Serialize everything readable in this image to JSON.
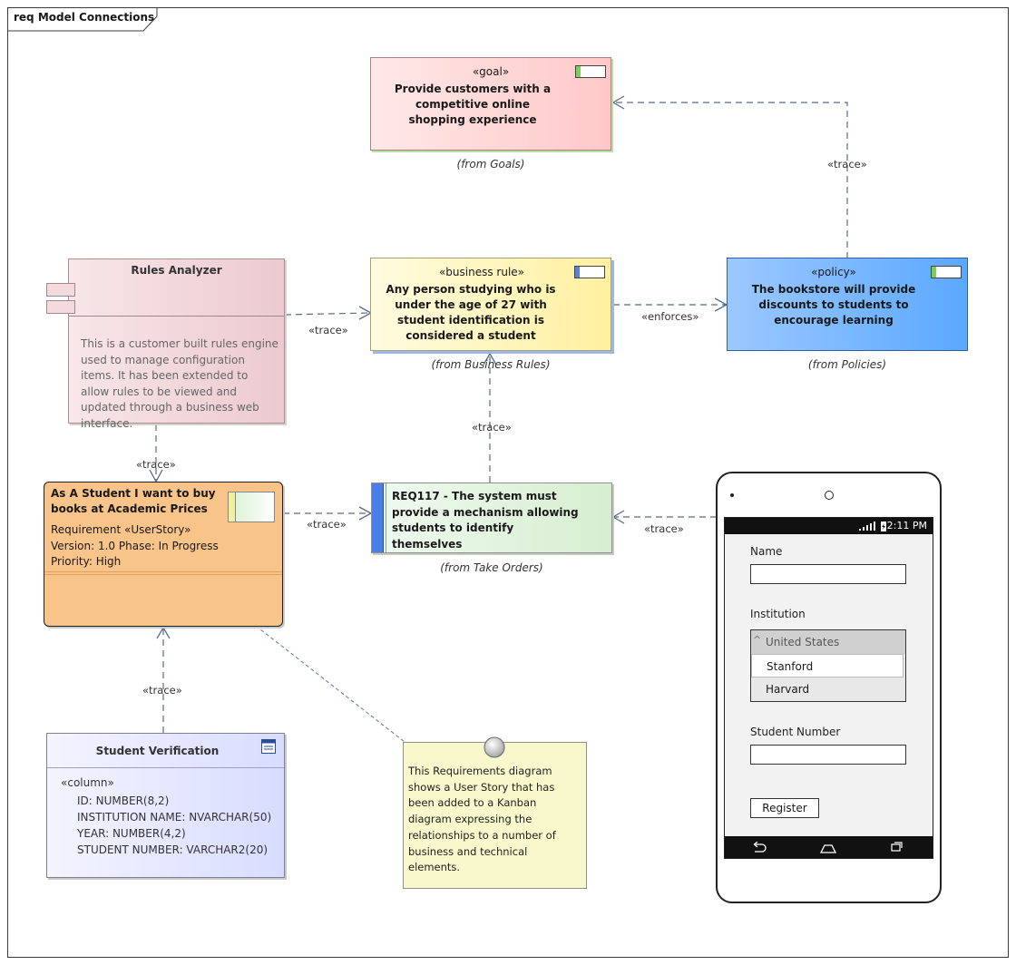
{
  "diagram": {
    "title": "req Model Connections"
  },
  "goal": {
    "stereotype": "«goal»",
    "text": "Provide customers with a competitive online shopping experience",
    "caption": "(from Goals)"
  },
  "business_rule": {
    "stereotype": "«business rule»",
    "text": "Any person studying who is under the age of 27 with student identification is considered a student",
    "caption": "(from Business Rules)"
  },
  "policy": {
    "stereotype": "«policy»",
    "text": "The bookstore will provide discounts to students to encourage learning",
    "caption": "(from Policies)"
  },
  "rules_analyzer": {
    "title": "Rules Analyzer",
    "description": "This is a customer built rules engine used to manage configuration items. It has been extended to allow rules to be viewed and updated through a business web interface."
  },
  "user_story": {
    "title": "As A Student I want to buy books at Academic Prices",
    "type_line": "Requirement «UserStory»",
    "version_line": "Version: 1.0 Phase: In Progress",
    "priority_line": "Priority: High"
  },
  "req117": {
    "text": "REQ117 - The system must provide a mechanism allowing students to identify themselves",
    "caption": "(from Take Orders)"
  },
  "student_verification": {
    "title": "Student Verification",
    "stereotype": "«column»",
    "columns": [
      "ID: NUMBER(8,2)",
      "INSTITUTION NAME: NVARCHAR(50)",
      "YEAR: NUMBER(4,2)",
      "STUDENT NUMBER: VARCHAR2(20)"
    ]
  },
  "note": {
    "text": "This Requirements diagram shows a User Story that has been added to a Kanban diagram expressing the relationships to a number of business and technical elements."
  },
  "connectors": {
    "trace": "«trace»",
    "enforces": "«enforces»"
  },
  "phone": {
    "time": "2:11 PM",
    "name_label": "Name",
    "institution_label": "Institution",
    "institution_group": "United States",
    "institution_options": [
      "Stanford",
      "Harvard"
    ],
    "student_number_label": "Student Number",
    "register_label": "Register"
  },
  "colors": {
    "goal_fill": "#ffd0d0",
    "business_rule_fill": "#fff4b0",
    "policy_fill": "#7ab8ff",
    "rules_analyzer_fill": "#f2d2d6",
    "user_story_fill": "#f8c080",
    "req_fill": "#dcf0d8",
    "table_fill": "#e6e8ff",
    "note_fill": "#f8f8cc",
    "connector": "#5a6a8a"
  }
}
